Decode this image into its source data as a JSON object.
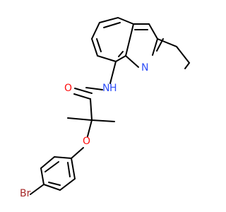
{
  "molecule": {
    "atoms": {
      "oxygen_carbonyl": {
        "label": "O",
        "color": "#ff0d0d"
      },
      "nitrogen_amide": {
        "label": "N",
        "color": "#3050f8"
      },
      "hydrogen_amide": {
        "label": "H",
        "color": "#3050f8"
      },
      "nitrogen_quinoline": {
        "label": "N",
        "color": "#3050f8"
      },
      "oxygen_ether": {
        "label": "O",
        "color": "#ff0d0d"
      },
      "bromine": {
        "label": "Br",
        "color": "#a62929"
      }
    },
    "bond_color": "#000000"
  }
}
